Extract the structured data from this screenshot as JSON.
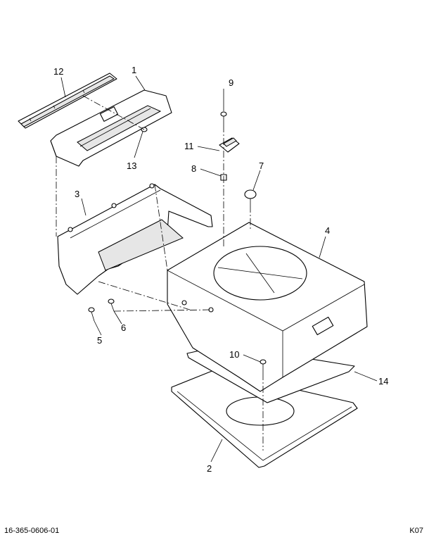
{
  "callouts": [
    "1",
    "2",
    "3",
    "4",
    "5",
    "6",
    "7",
    "8",
    "9",
    "10",
    "11",
    "12",
    "13",
    "14"
  ],
  "footer": {
    "doc_number": "16-365-0606-01",
    "page_code": "K07"
  }
}
